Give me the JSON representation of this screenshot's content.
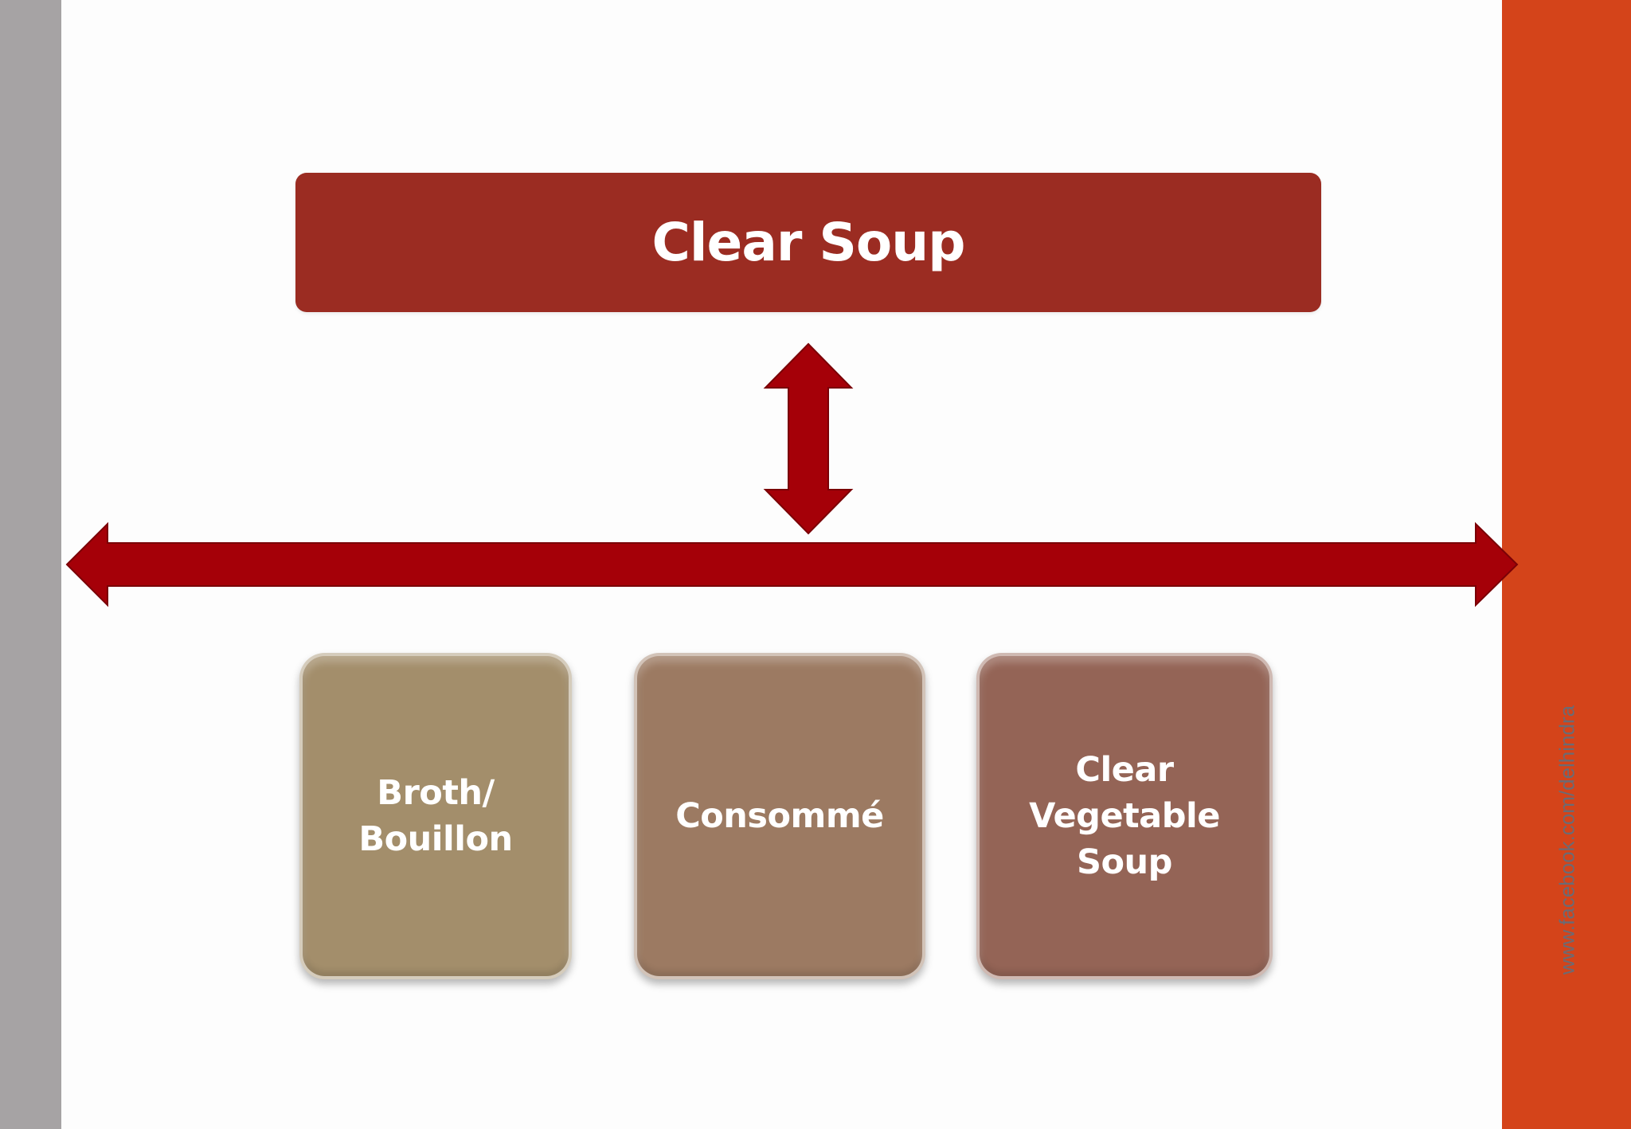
{
  "title": "Clear Soup",
  "items": [
    {
      "label": "Broth/\nBouillon"
    },
    {
      "label": "Consommé"
    },
    {
      "label": "Clear\nVegetable\nSoup"
    }
  ],
  "footer": "www.facebook.com/delhindra",
  "colors": {
    "title_bg": "#9b2c22",
    "arrow": "#a50008",
    "card_1": "#a38e6b",
    "card_2": "#9c7a62",
    "card_3": "#946456",
    "left_bar": "#a6a3a4",
    "right_bar": "#d4441a"
  }
}
